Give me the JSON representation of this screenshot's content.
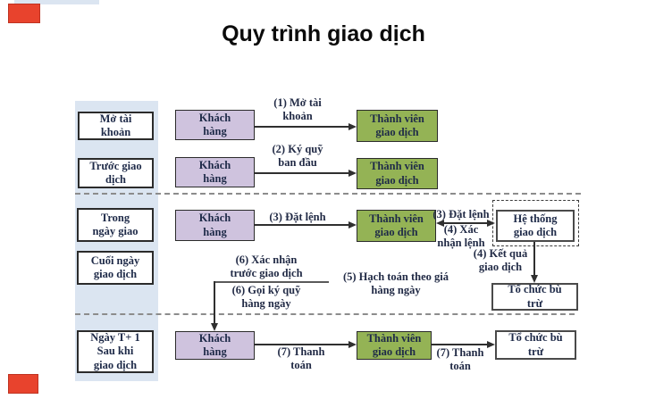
{
  "title": "Quy trình giao dịch",
  "colors": {
    "customer_fill": "#cfc3de",
    "member_fill": "#94b355",
    "stage_band_fill": "#dbe5f1",
    "marker_red": "#e8432d",
    "text_dark": "#1e2a48"
  },
  "stages": [
    {
      "label": "Mở tài\nkhoản"
    },
    {
      "label": "Trước giao\ndịch"
    },
    {
      "label": "Trong\nngày giao"
    },
    {
      "label": "Cuối ngày\ngiao dịch"
    },
    {
      "label": "Ngày T+ 1\nSau khi\ngiao dịch"
    }
  ],
  "actors": {
    "customer": "Khách\nhàng",
    "member": "Thành viên\ngiao dịch",
    "system": "Hệ thống\ngiao dịch",
    "clearing": "Tổ chức bù\ntrừ"
  },
  "flow_labels": {
    "f1": "(1) Mở tài\nkhoản",
    "f2": "(2) Ký quỹ\nban đầu",
    "f3": "(3) Đặt lệnh",
    "f3b": "(3) Đặt lệnh",
    "f4a": "(4) Xác\nnhận lệnh",
    "f4b": "(4) Kết quả\ngiao dịch",
    "f5": "(5) Hạch toán theo giá\nhàng ngày",
    "f6a": "(6) Xác nhận\ntrước giao dịch",
    "f6b": "(6) Gọi ký quỹ\nhàng ngày",
    "f7a": "(7) Thanh\ntoán",
    "f7b": "(7) Thanh\ntoán"
  }
}
